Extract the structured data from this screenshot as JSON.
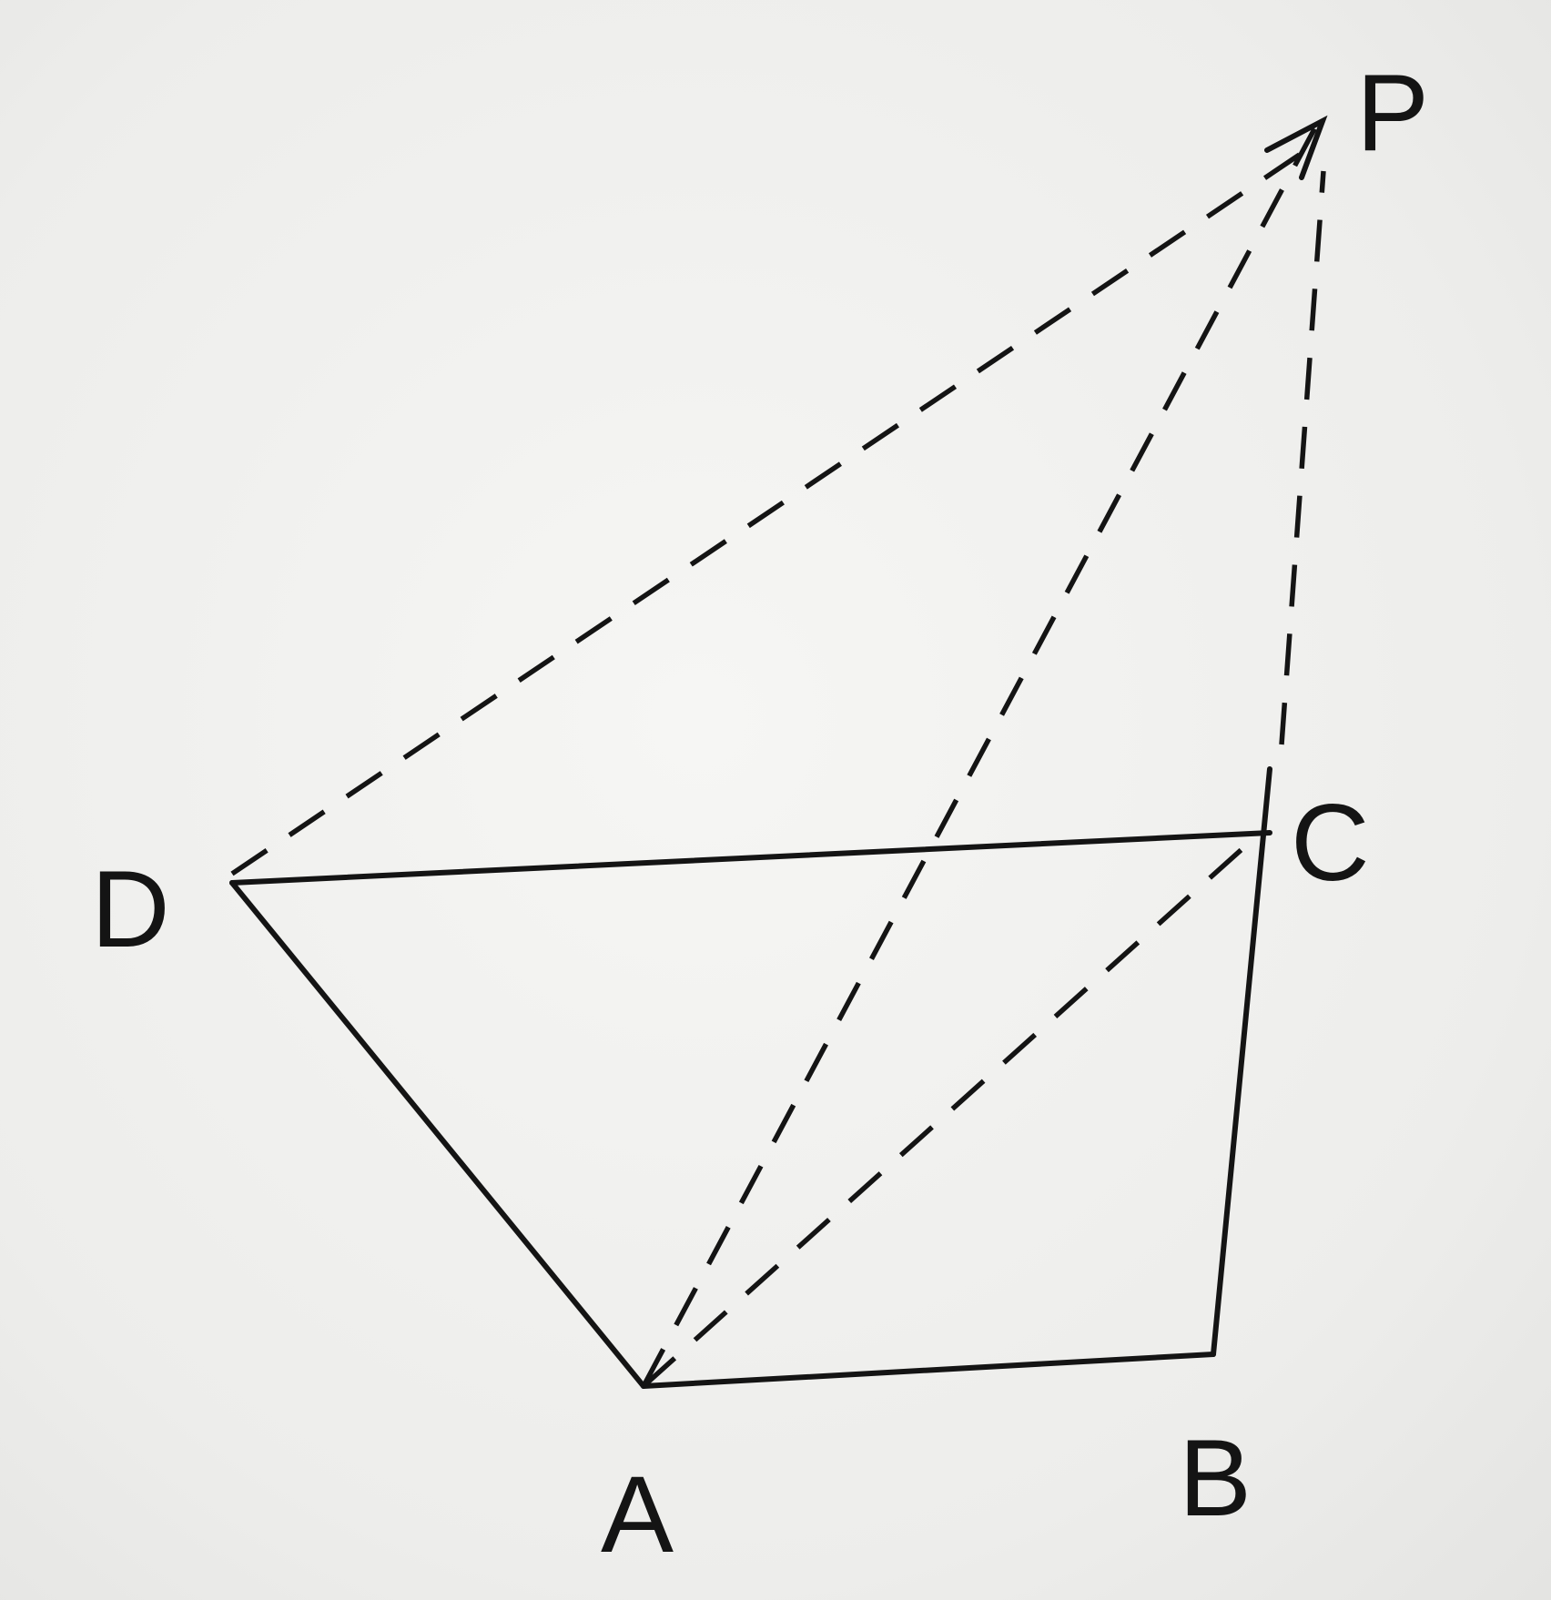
{
  "points": {
    "P": {
      "label": "P"
    },
    "D": {
      "label": "D"
    },
    "C": {
      "label": "C"
    },
    "A": {
      "label": "A"
    },
    "B": {
      "label": "B"
    }
  },
  "colors": {
    "ink": "#141414",
    "paper": "#efefed"
  }
}
